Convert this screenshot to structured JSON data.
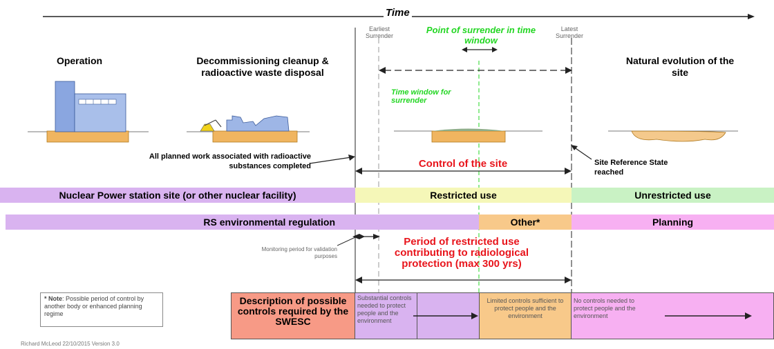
{
  "time_label": "Time",
  "markers": {
    "earliest": "Earliest Surrender",
    "surrender_point": "Point of surrender in time window",
    "latest": "Latest Surrender"
  },
  "phases": {
    "operation": "Operation",
    "decommissioning": "Decommissioning cleanup & radioactive waste disposal",
    "natural": "Natural evolution of the site"
  },
  "time_window": "Time window for surrender",
  "annotations": {
    "planned_work": "All planned work associated with radioactive substances completed",
    "control": "Control of the site",
    "site_ref": "Site Reference State reached",
    "monitoring": "Monitoring period for validation purposes",
    "period": "Period of restricted use contributing to radiological protection (max 300 yrs)"
  },
  "band1": {
    "left": "Nuclear Power station site (or other nuclear facility)",
    "middle": "Restricted use",
    "right": "Unrestricted use"
  },
  "band2": {
    "left": "RS environmental regulation",
    "middle": "Other*",
    "right": "Planning"
  },
  "note": {
    "prefix": "* Note",
    "text": ": Possible period of control by another body or enhanced planning regime"
  },
  "controls": {
    "header": "Description of possible controls required by the SWESC",
    "substantial": "Substantial controls needed to protect people and the environment",
    "limited": "Limited controls sufficient to protect people and the environment",
    "none": "No controls needed to protect people and the environment"
  },
  "credit": "Richard McLeod 22/10/2015 Version 3.0",
  "colors": {
    "purple": "#d9b3f0",
    "yellow": "#f5f7b8",
    "green": "#c9f2c4",
    "orange": "#f8c98a",
    "pink": "#f7b0f2",
    "salmon": "#f79a86",
    "red": "#e8141b",
    "lime": "#22d622"
  }
}
